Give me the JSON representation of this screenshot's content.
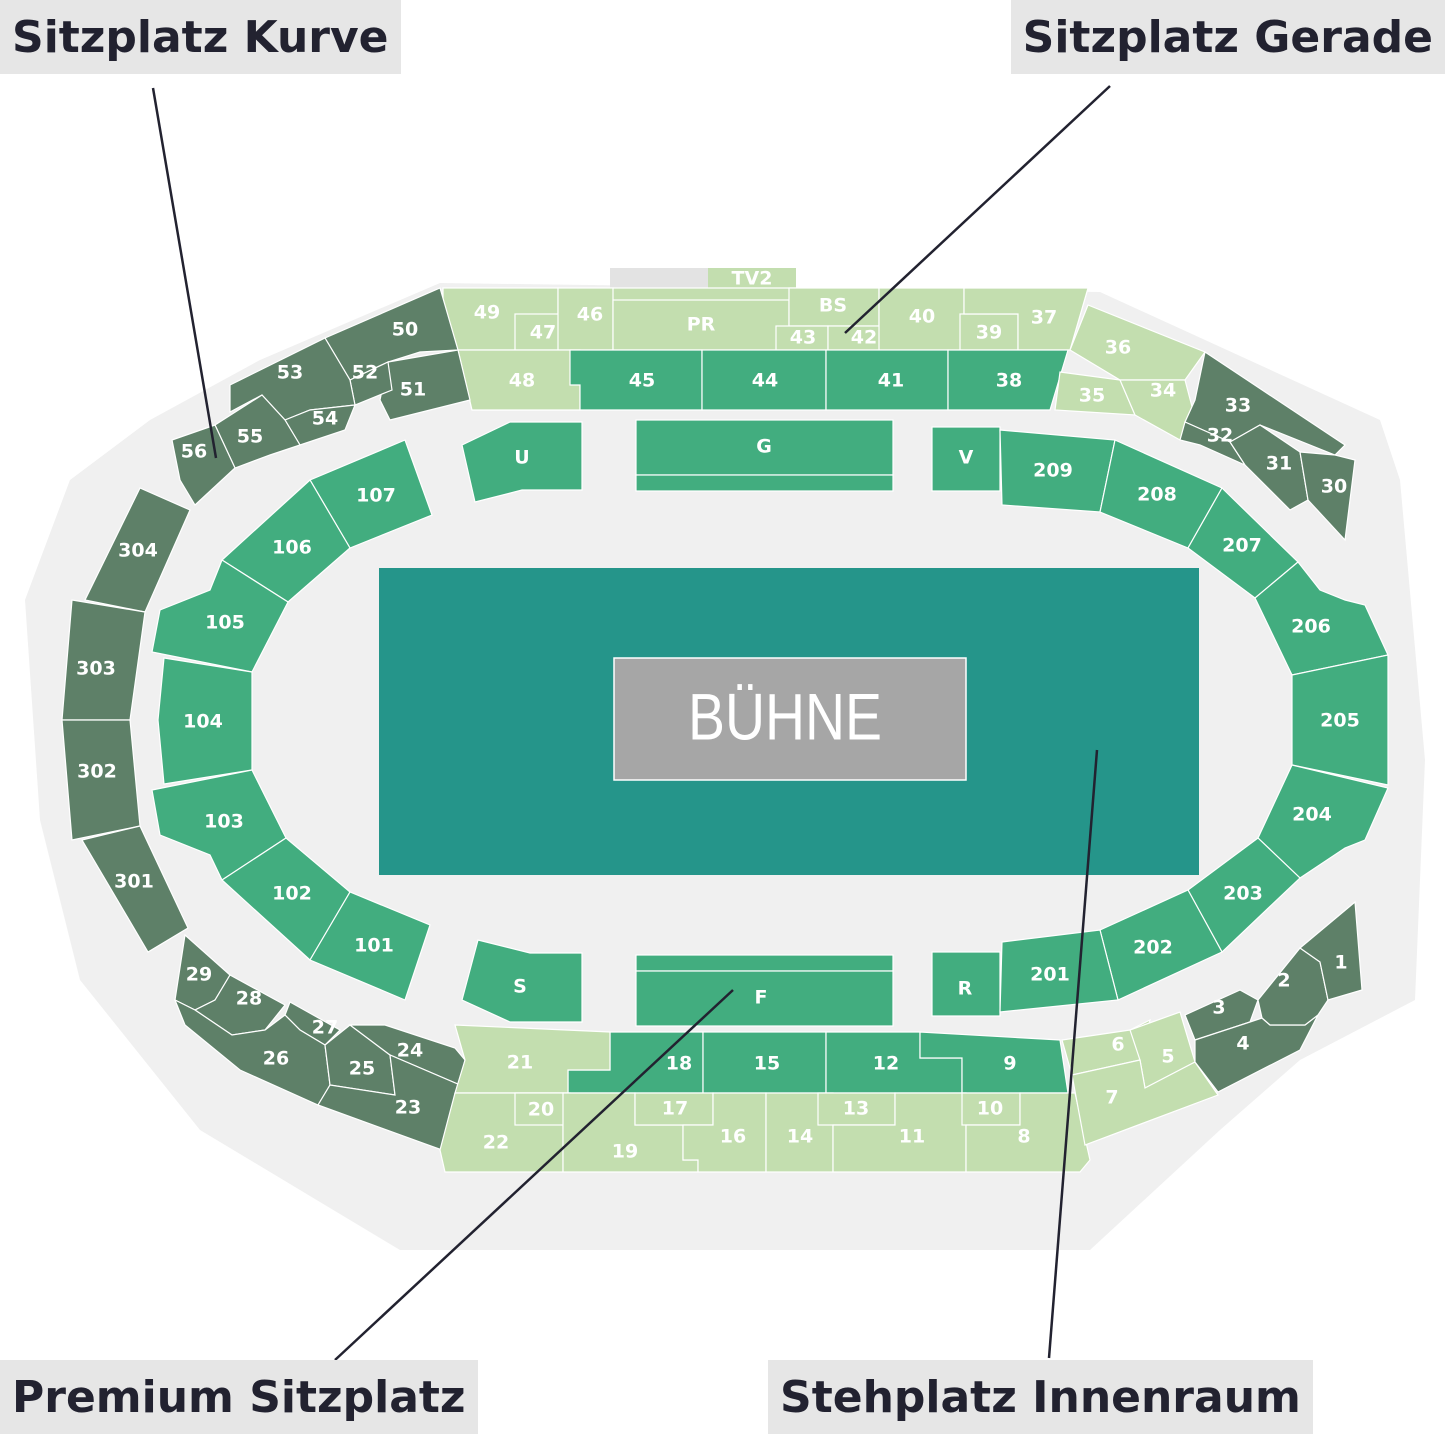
{
  "stage": {
    "label": "BÜHNE"
  },
  "callouts": {
    "top_left": "Sitzplatz Kurve",
    "top_right": "Sitzplatz Gerade",
    "bottom_left": "Premium Sitzplatz",
    "bottom_right": "Stehplatz Innenraum"
  },
  "colors": {
    "curve_dark": "#5e8068",
    "straight_light": "#c3deaf",
    "premium": "#42ad7f",
    "arena_floor": "#25958a",
    "stage": "#a6a6a6",
    "concourse": "#f0f0f0",
    "callout_bg": "#e6e6e6",
    "text_dark": "#222230"
  },
  "sections": {
    "tv2": "TV2",
    "s49": "49",
    "s47": "47",
    "s46": "46",
    "pr": "PR",
    "bs": "BS",
    "s43": "43",
    "s42": "42",
    "s40": "40",
    "s39": "39",
    "s37": "37",
    "s48": "48",
    "s45": "45",
    "s44": "44",
    "s41": "41",
    "s38": "38",
    "s50": "50",
    "s52": "52",
    "s51": "51",
    "s53": "53",
    "s54": "54",
    "s55": "55",
    "s56": "56",
    "s36": "36",
    "s35": "35",
    "s34": "34",
    "s33": "33",
    "s32": "32",
    "s31": "31",
    "s30": "30",
    "u": "U",
    "g": "G",
    "v": "V",
    "s": "S",
    "f": "F",
    "r": "R",
    "s107": "107",
    "s106": "106",
    "s105": "105",
    "s104": "104",
    "s103": "103",
    "s102": "102",
    "s101": "101",
    "s209": "209",
    "s208": "208",
    "s207": "207",
    "s206": "206",
    "s205": "205",
    "s204": "204",
    "s203": "203",
    "s202": "202",
    "s201": "201",
    "s304": "304",
    "s303": "303",
    "s302": "302",
    "s301": "301",
    "s29": "29",
    "s28": "28",
    "s27": "27",
    "s26": "26",
    "s25": "25",
    "s24": "24",
    "s23": "23",
    "s21": "21",
    "s20": "20",
    "s22": "22",
    "s18": "18",
    "s15": "15",
    "s12": "12",
    "s9": "9",
    "s19": "19",
    "s17": "17",
    "s16": "16",
    "s14": "14",
    "s13": "13",
    "s11": "11",
    "s10": "10",
    "s8": "8",
    "s6": "6",
    "s5": "5",
    "s7": "7",
    "s3": "3",
    "s4": "4",
    "s2": "2",
    "s1": "1"
  }
}
